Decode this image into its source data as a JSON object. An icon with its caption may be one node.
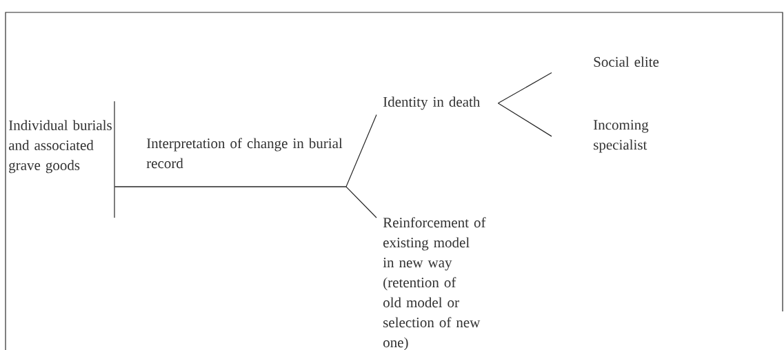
{
  "diagram": {
    "nodes": [
      {
        "text": [
          "Individual burials and associated grave goods"
        ]
      },
      {
        "text": [
          "Identity in death"
        ]
      },
      {
        "text": [
          "Reinforcement of existing model in new way (retention of old model or selection of new one)"
        ]
      },
      {
        "text": [
          "Social elite"
        ]
      },
      {
        "text": [
          "Incoming specialist"
        ]
      }
    ],
    "edges": [
      {
        "from": 0,
        "to": 1,
        "arrow": "none",
        "label": "Interpretation of change in burial record"
      },
      {
        "from": 0,
        "to": 2,
        "arrow": "none"
      },
      {
        "from": 1,
        "to": 3,
        "arrow": "none"
      },
      {
        "from": 1,
        "to": 4,
        "arrow": "none"
      }
    ]
  }
}
